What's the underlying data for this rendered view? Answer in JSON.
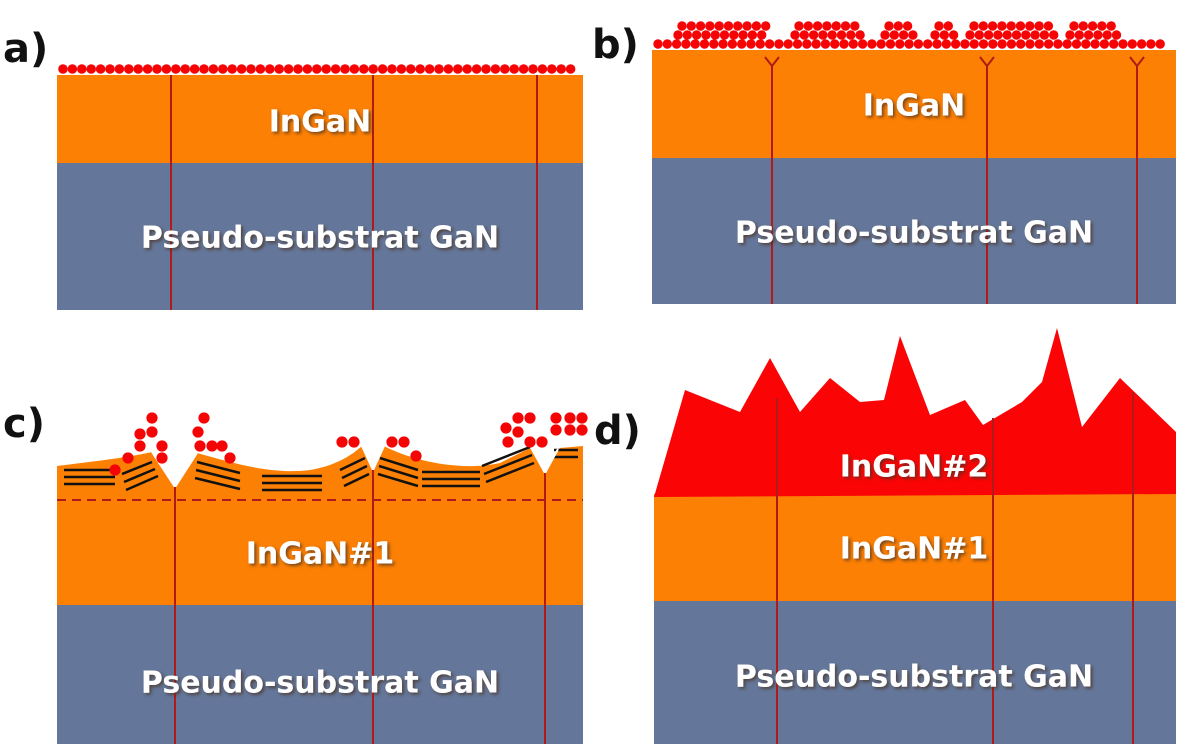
{
  "colors": {
    "gan": "#64779a",
    "ingan1": "#fc8004",
    "ingan2": "#fb0406",
    "adatom": "#f50406",
    "dislocation": "#b01a1a",
    "label_text": "#ffffff",
    "label_shadow": "#5a3a20"
  },
  "panels": {
    "a": {
      "letter": "a)",
      "ingan_label": "InGaN",
      "gan_label": "Pseudo-substrat GaN"
    },
    "b": {
      "letter": "b)",
      "ingan_label": "InGaN",
      "gan_label": "Pseudo-substrat GaN"
    },
    "c": {
      "letter": "c)",
      "ingan_label": "InGaN#1",
      "gan_label": "Pseudo-substrat GaN"
    },
    "d": {
      "letter": "d)",
      "ingan2_label": "InGaN#2",
      "ingan_label": "InGaN#1",
      "gan_label": "Pseudo-substrat GaN"
    }
  }
}
